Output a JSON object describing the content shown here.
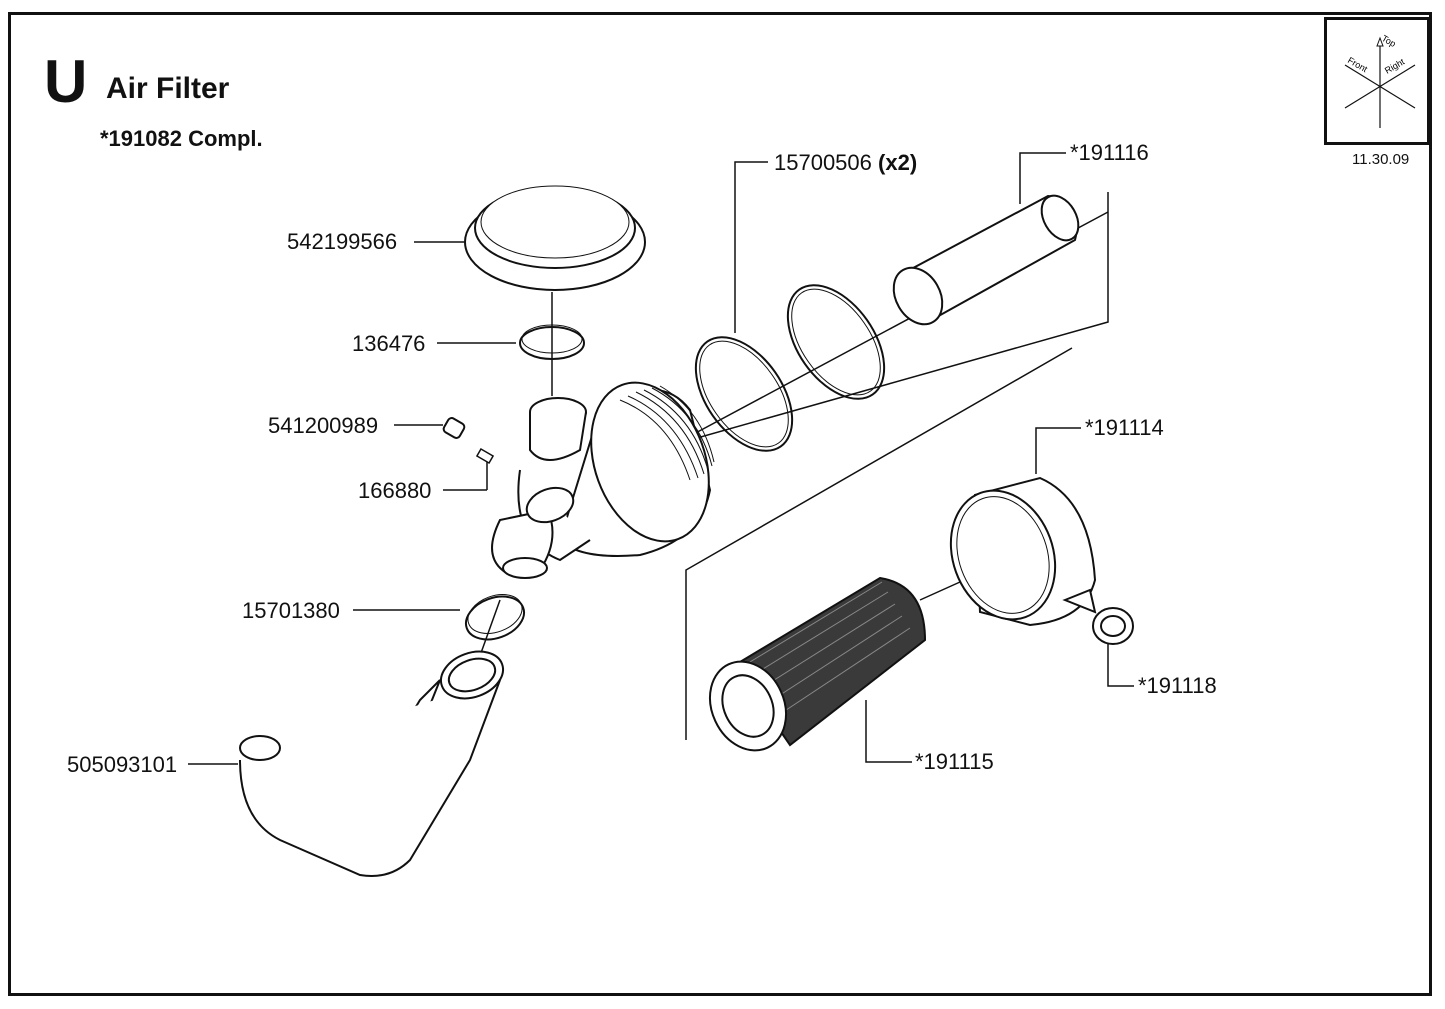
{
  "header": {
    "section": "U",
    "title": "Air Filter",
    "assembly": "*191082 Compl.",
    "date": "11.30.09"
  },
  "orientation": {
    "top": "Top",
    "front": "Front",
    "right": "Right"
  },
  "parts": [
    {
      "id": "542199566",
      "label": "542199566"
    },
    {
      "id": "136476",
      "label": "136476"
    },
    {
      "id": "541200989",
      "label": "541200989"
    },
    {
      "id": "166880",
      "label": "166880"
    },
    {
      "id": "15701380",
      "label": "15701380"
    },
    {
      "id": "505093101",
      "label": "505093101"
    },
    {
      "id": "15700506",
      "label": "15700506",
      "qty": "(x2)"
    },
    {
      "id": "191116",
      "label": "*191116"
    },
    {
      "id": "191114",
      "label": "*191114"
    },
    {
      "id": "191118",
      "label": "*191118"
    },
    {
      "id": "191115",
      "label": "*191115"
    }
  ]
}
